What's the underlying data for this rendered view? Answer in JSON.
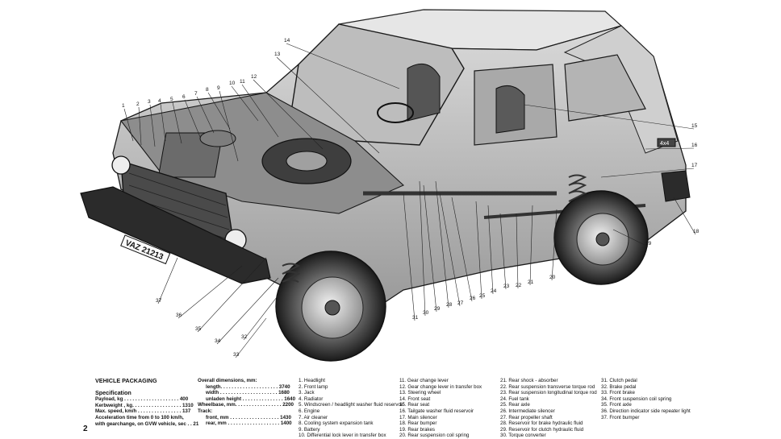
{
  "diagram": {
    "plate": "VAZ 21213",
    "badge": "4x4",
    "callouts": [
      "1",
      "2",
      "3",
      "4",
      "5",
      "6",
      "7",
      "8",
      "9",
      "10",
      "11",
      "12",
      "13",
      "14",
      "15",
      "16",
      "17",
      "18",
      "19",
      "20",
      "21",
      "22",
      "23",
      "24",
      "25",
      "26",
      "27",
      "28",
      "29",
      "30",
      "31",
      "32",
      "33",
      "34",
      "35",
      "36",
      "37"
    ]
  },
  "legend": {
    "page_number": "2",
    "section_title": "VEHICLE PACKAGING",
    "spec_heading": "Specification",
    "spec": [
      "Payload, kg . . . . . . . . . . . . . . . . . . . . 400",
      "Kerbweight , kg. . . . . . . . . . . . . . . . . . 1310",
      "Max. speed, km/h . . . . . . . . . . . . . . . . 137",
      "Acceleration time from 0 to 100 km/h,",
      "with gearchange, on GVW vehicle, sec . . 21"
    ],
    "dimensions_heading": "Overall dimensions, mm:",
    "dimensions": [
      {
        "text": "length. . . . . . . . . . . . . . . . . . . . . 3740",
        "indent": true
      },
      {
        "text": "width . . . . . . . . . . . . . . . . . . . . . 1680",
        "indent": true
      },
      {
        "text": "unladen height . . . . . . . . . . . . . . . 1640",
        "indent": true
      },
      {
        "text": "Wheelbase, mm. . . . . . . . . . . . . . . . . 2200",
        "indent": false
      },
      {
        "text": "Track:",
        "indent": false
      },
      {
        "text": "front, mm . . . . . . . . . . . . . . . . . . 1430",
        "indent": true
      },
      {
        "text": "rear, mm . . . . . . . . . . . . . . . . . . . 1400",
        "indent": true
      }
    ],
    "parts_col1": [
      "1. Headlight",
      "2. Front lamp",
      "3. Jack",
      "4. Radiator",
      "5. Windscreen / headlight washer fluid reservoir",
      "6. Engine",
      "7. Air cleaner",
      "8. Cooling system expansion tank",
      "9. Battery",
      "10. Differential lock lever in transfer box"
    ],
    "parts_col2": [
      "11. Gear change lever",
      "12. Gear change lever in transfer box",
      "13. Steering wheel",
      "14. Front seat",
      "15. Rear seat",
      "16. Tailgate washer fluid reservoir",
      "17. Main silencer",
      "18. Rear bumper",
      "19. Rear brakes",
      "20. Rear suspension coil spring"
    ],
    "parts_col3": [
      "21. Rear shock - absorber",
      "22. Rear suspension transverse torque rod",
      "23. Rear suspension longitudinal torque rod",
      "24. Fuel tank",
      "25. Rear axle",
      "26. Intermediate silencer",
      "27. Rear propeller shaft",
      "28. Reservoir for brake hydraulic fluid",
      "29. Reservoir for clutch hydraulic fluid",
      "30. Torque converter"
    ],
    "parts_col4": [
      "31. Clutch pedal",
      "32. Brake pedal",
      "33. Front brake",
      "34. Front suspension coil spring",
      "35. Front axle",
      "36. Direction indicator side repeater light",
      "37. Front bumper"
    ]
  }
}
